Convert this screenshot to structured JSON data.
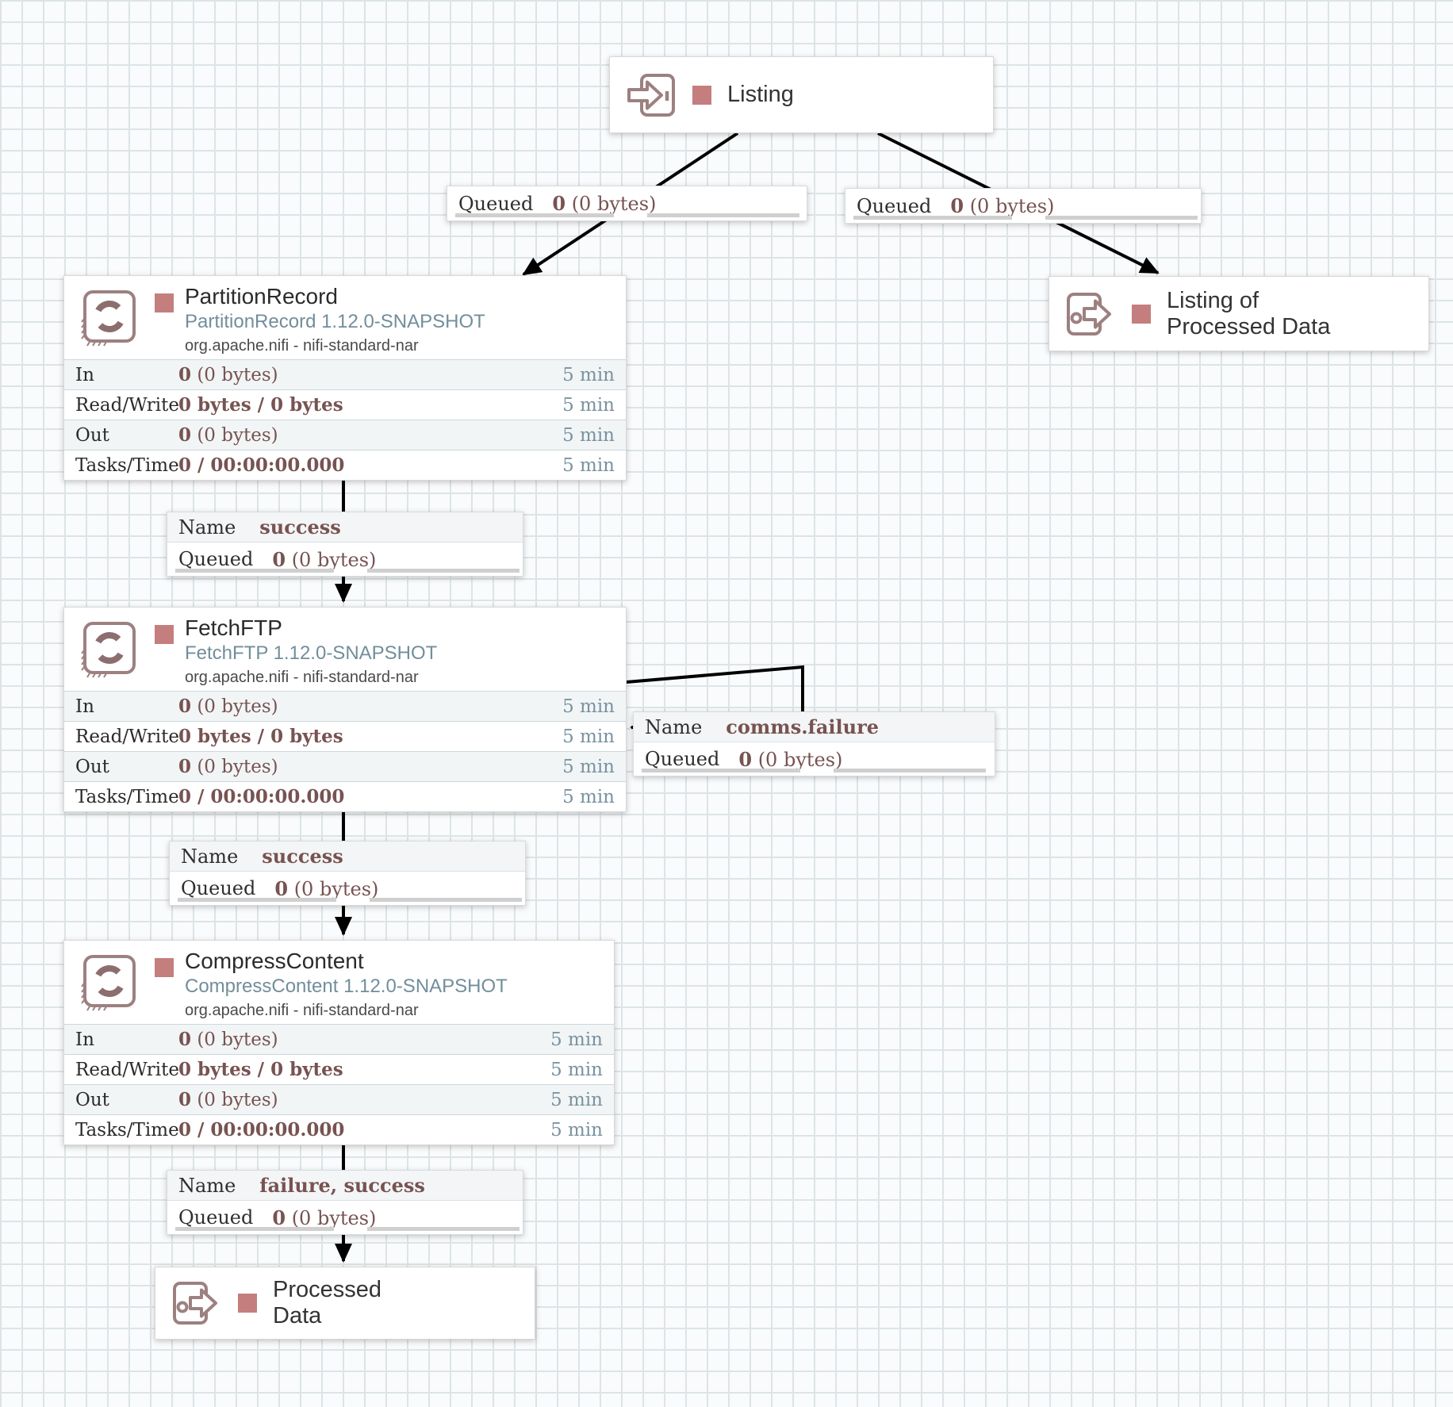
{
  "colors": {
    "status_stopped": "#c57e7e",
    "icon_stroke": "#9d8080",
    "processor_type_text": "#728e9b",
    "stat_value_text": "#775351",
    "stat_time_text": "#7a93a0",
    "wire": "#000000"
  },
  "ports": {
    "listing": {
      "name": "Listing"
    },
    "listing_of_processed_data": {
      "name_line1": "Listing of",
      "name_line2": "Processed Data"
    },
    "processed_data": {
      "name_line1": "Processed",
      "name_line2": "Data"
    }
  },
  "processors": {
    "partition_record": {
      "title": "PartitionRecord",
      "type": "PartitionRecord 1.12.0-SNAPSHOT",
      "bundle": "org.apache.nifi - nifi-standard-nar",
      "rows": [
        {
          "label": "In",
          "bold": "0",
          "rest": " (0 bytes)",
          "time": "5 min"
        },
        {
          "label": "Read/Write",
          "bold": "0 bytes / 0 bytes",
          "rest": "",
          "time": "5 min"
        },
        {
          "label": "Out",
          "bold": "0",
          "rest": " (0 bytes)",
          "time": "5 min"
        },
        {
          "label": "Tasks/Time",
          "bold": "0 / 00:00:00.000",
          "rest": "",
          "time": "5 min"
        }
      ]
    },
    "fetch_ftp": {
      "title": "FetchFTP",
      "type": "FetchFTP 1.12.0-SNAPSHOT",
      "bundle": "org.apache.nifi - nifi-standard-nar",
      "rows": [
        {
          "label": "In",
          "bold": "0",
          "rest": " (0 bytes)",
          "time": "5 min"
        },
        {
          "label": "Read/Write",
          "bold": "0 bytes / 0 bytes",
          "rest": "",
          "time": "5 min"
        },
        {
          "label": "Out",
          "bold": "0",
          "rest": " (0 bytes)",
          "time": "5 min"
        },
        {
          "label": "Tasks/Time",
          "bold": "0 / 00:00:00.000",
          "rest": "",
          "time": "5 min"
        }
      ]
    },
    "compress_content": {
      "title": "CompressContent",
      "type": "CompressContent 1.12.0-SNAPSHOT",
      "bundle": "org.apache.nifi - nifi-standard-nar",
      "rows": [
        {
          "label": "In",
          "bold": "0",
          "rest": " (0 bytes)",
          "time": "5 min"
        },
        {
          "label": "Read/Write",
          "bold": "0 bytes / 0 bytes",
          "rest": "",
          "time": "5 min"
        },
        {
          "label": "Out",
          "bold": "0",
          "rest": " (0 bytes)",
          "time": "5 min"
        },
        {
          "label": "Tasks/Time",
          "bold": "0 / 00:00:00.000",
          "rest": "",
          "time": "5 min"
        }
      ]
    }
  },
  "connections": {
    "listing_to_partition": {
      "queued_label": "Queued",
      "queued_bold": "0",
      "queued_rest": " (0 bytes)"
    },
    "listing_to_output": {
      "queued_label": "Queued",
      "queued_bold": "0",
      "queued_rest": " (0 bytes)"
    },
    "partition_success": {
      "name_label": "Name",
      "name_value": "success",
      "queued_label": "Queued",
      "queued_bold": "0",
      "queued_rest": " (0 bytes)"
    },
    "fetch_comms_failure": {
      "name_label": "Name",
      "name_value": "comms.failure",
      "queued_label": "Queued",
      "queued_bold": "0",
      "queued_rest": " (0 bytes)"
    },
    "fetch_success": {
      "name_label": "Name",
      "name_value": "success",
      "queued_label": "Queued",
      "queued_bold": "0",
      "queued_rest": " (0 bytes)"
    },
    "compress_out": {
      "name_label": "Name",
      "name_value": "failure, success",
      "queued_label": "Queued",
      "queued_bold": "0",
      "queued_rest": " (0 bytes)"
    }
  }
}
